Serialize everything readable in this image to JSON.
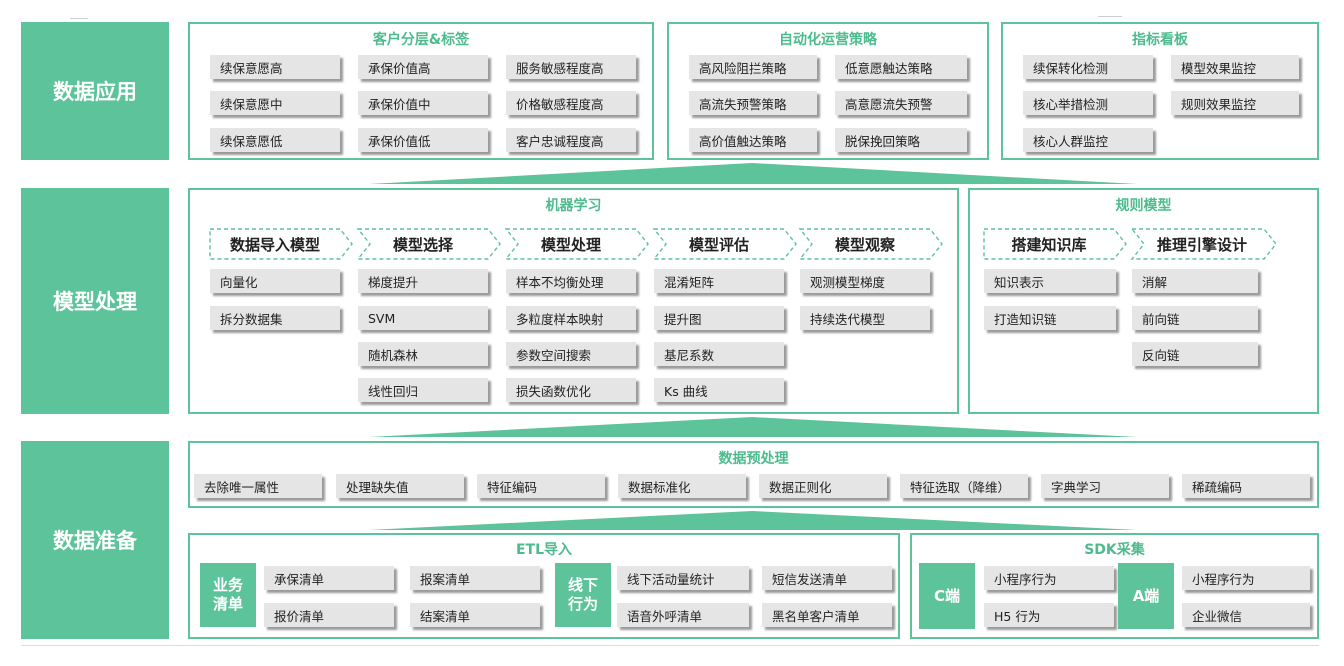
{
  "rows": {
    "app": "数据应用",
    "model": "模型处理",
    "prep": "数据准备"
  },
  "app": {
    "segments": {
      "title": "客户分层&标签",
      "items": [
        "续保意愿高",
        "承保价值高",
        "服务敏感程度高",
        "续保意愿中",
        "承保价值中",
        "价格敏感程度高",
        "续保意愿低",
        "承保价值低",
        "客户忠诚程度高"
      ]
    },
    "ops": {
      "title": "自动化运营策略",
      "items": [
        "高风险阻拦策略",
        "低意愿触达策略",
        "高流失预警策略",
        "高意愿流失预警",
        "高价值触达策略",
        "脱保挽回策略"
      ]
    },
    "kpi": {
      "title": "指标看板",
      "items": [
        "续保转化检测",
        "模型效果监控",
        "核心举措检测",
        "规则效果监控",
        "核心人群监控"
      ]
    }
  },
  "model": {
    "ml": {
      "title": "机器学习",
      "steps": [
        {
          "name": "数据导入模型",
          "items": [
            "向量化",
            "拆分数据集"
          ]
        },
        {
          "name": "模型选择",
          "items": [
            "梯度提升",
            "SVM",
            "随机森林",
            "线性回归"
          ]
        },
        {
          "name": "模型处理",
          "items": [
            "样本不均衡处理",
            "多粒度样本映射",
            "参数空间搜索",
            "损失函数优化"
          ]
        },
        {
          "name": "模型评估",
          "items": [
            "混淆矩阵",
            "提升图",
            "基尼系数",
            "Ks 曲线"
          ]
        },
        {
          "name": "模型观察",
          "items": [
            "观测模型梯度",
            "持续迭代模型"
          ]
        }
      ]
    },
    "rule": {
      "title": "规则模型",
      "steps": [
        {
          "name": "搭建知识库",
          "items": [
            "知识表示",
            "打造知识链"
          ]
        },
        {
          "name": "推理引擎设计",
          "items": [
            "消解",
            "前向链",
            "反向链"
          ]
        }
      ]
    }
  },
  "prep": {
    "pre": {
      "title": "数据预处理",
      "items": [
        "去除唯一属性",
        "处理缺失值",
        "特征编码",
        "数据标准化",
        "数据正则化",
        "特征选取（降维）",
        "字典学习",
        "稀疏编码"
      ]
    },
    "etl": {
      "title": "ETL导入",
      "biz_label": "业务清单",
      "biz_items": [
        "承保清单",
        "报案清单",
        "报价清单",
        "结案清单"
      ],
      "off_label": "线下行为",
      "off_items": [
        "线下活动量统计",
        "短信发送清单",
        "语音外呼清单",
        "黑名单客户清单"
      ]
    },
    "sdk": {
      "title": "SDK采集",
      "c_label": "C端",
      "c_items": [
        "小程序行为",
        "H5 行为"
      ],
      "a_label": "A端",
      "a_items": [
        "小程序行为",
        "企业微信"
      ]
    }
  },
  "colors": {
    "accent": "#5cc39a",
    "box": "#e5e5e5",
    "title": "#4dbb8e"
  }
}
